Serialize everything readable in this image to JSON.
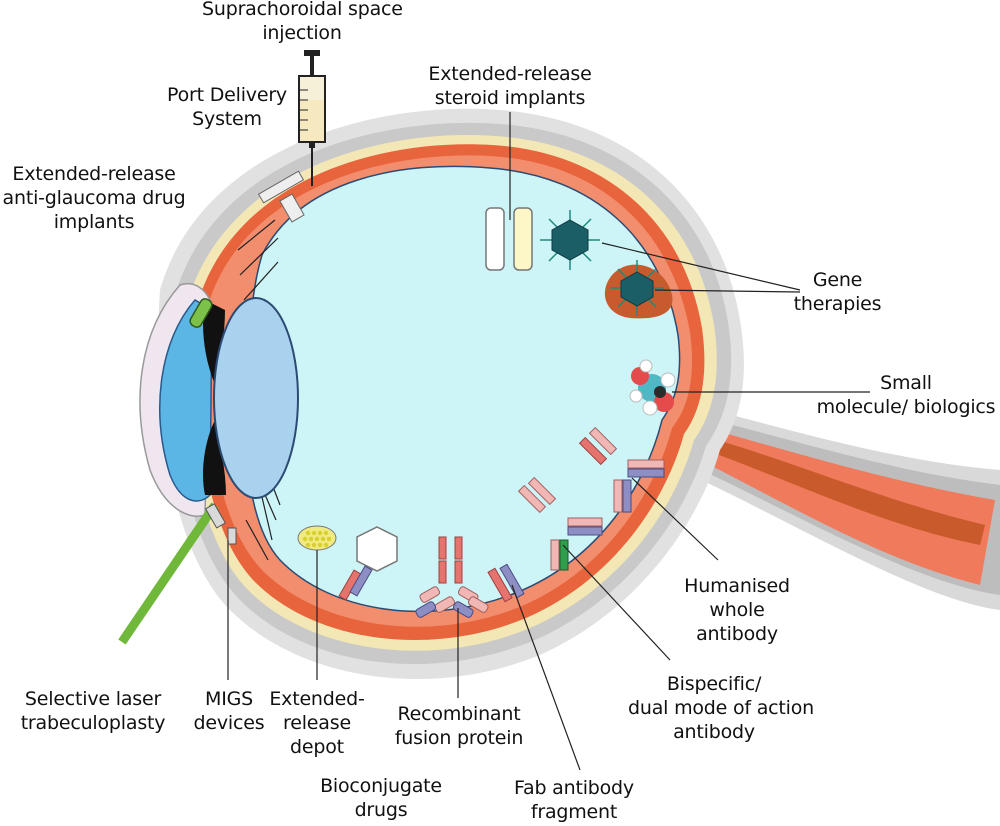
{
  "labels": {
    "suprachoroidal": [
      "Suprachoroidal space",
      "injection"
    ],
    "port_delivery": [
      "Port Delivery",
      "System"
    ],
    "steroid_implants": [
      "Extended-release",
      "steroid implants"
    ],
    "antiglaucoma": [
      "Extended-release",
      "anti-glaucoma drug",
      "implants"
    ],
    "gene": [
      "Gene",
      "therapies"
    ],
    "small_molecule": [
      "Small",
      "molecule/ biologics"
    ],
    "humanised": [
      "Humanised",
      "whole",
      "antibody"
    ],
    "bispecific": [
      "Bispecific/",
      "dual mode of action",
      "antibody"
    ],
    "fab": [
      "Fab antibody",
      "fragment"
    ],
    "recombinant": [
      "Recombinant",
      "fusion protein"
    ],
    "bioconjugate": [
      "Bioconjugate",
      "drugs"
    ],
    "depot": [
      "Extended-",
      "release",
      "depot"
    ],
    "migs": [
      "MIGS",
      "devices"
    ],
    "slt": [
      "Selective laser",
      "trabeculoplasty"
    ]
  },
  "colors": {
    "vitreous": "#cdf5f7",
    "sclera_outer": "#d9d9d9",
    "choroid": "#e8643c",
    "retina_yellow": "#f3e7b5",
    "cornea": "#5bb6e6",
    "lens": "#a9d2ef",
    "laser": "#6fb83a",
    "antibody_red": "#e5746f",
    "antibody_blue": "#8d8fc4",
    "antibody_pink": "#f1b7b4"
  }
}
